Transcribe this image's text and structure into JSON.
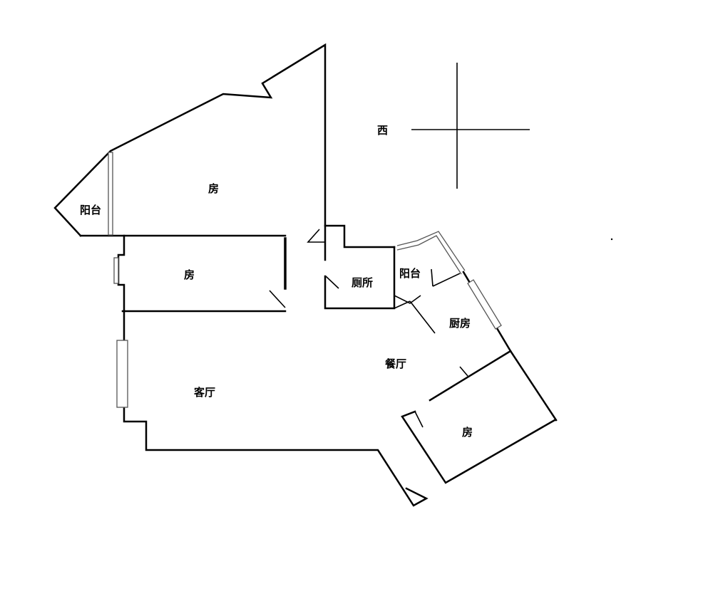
{
  "title": "Floor plan",
  "compass": {
    "direction_label": "西"
  },
  "rooms": {
    "bedroom_top": "房",
    "balcony_left": "阳台",
    "bedroom_middle": "房",
    "toilet": "厕所",
    "balcony_right": "阳台",
    "kitchen": "厨房",
    "dining": "餐厅",
    "living": "客厅",
    "bedroom_bottom_right": "房"
  },
  "colors": {
    "wall": "#000000",
    "background": "#ffffff",
    "window": "#555555"
  }
}
